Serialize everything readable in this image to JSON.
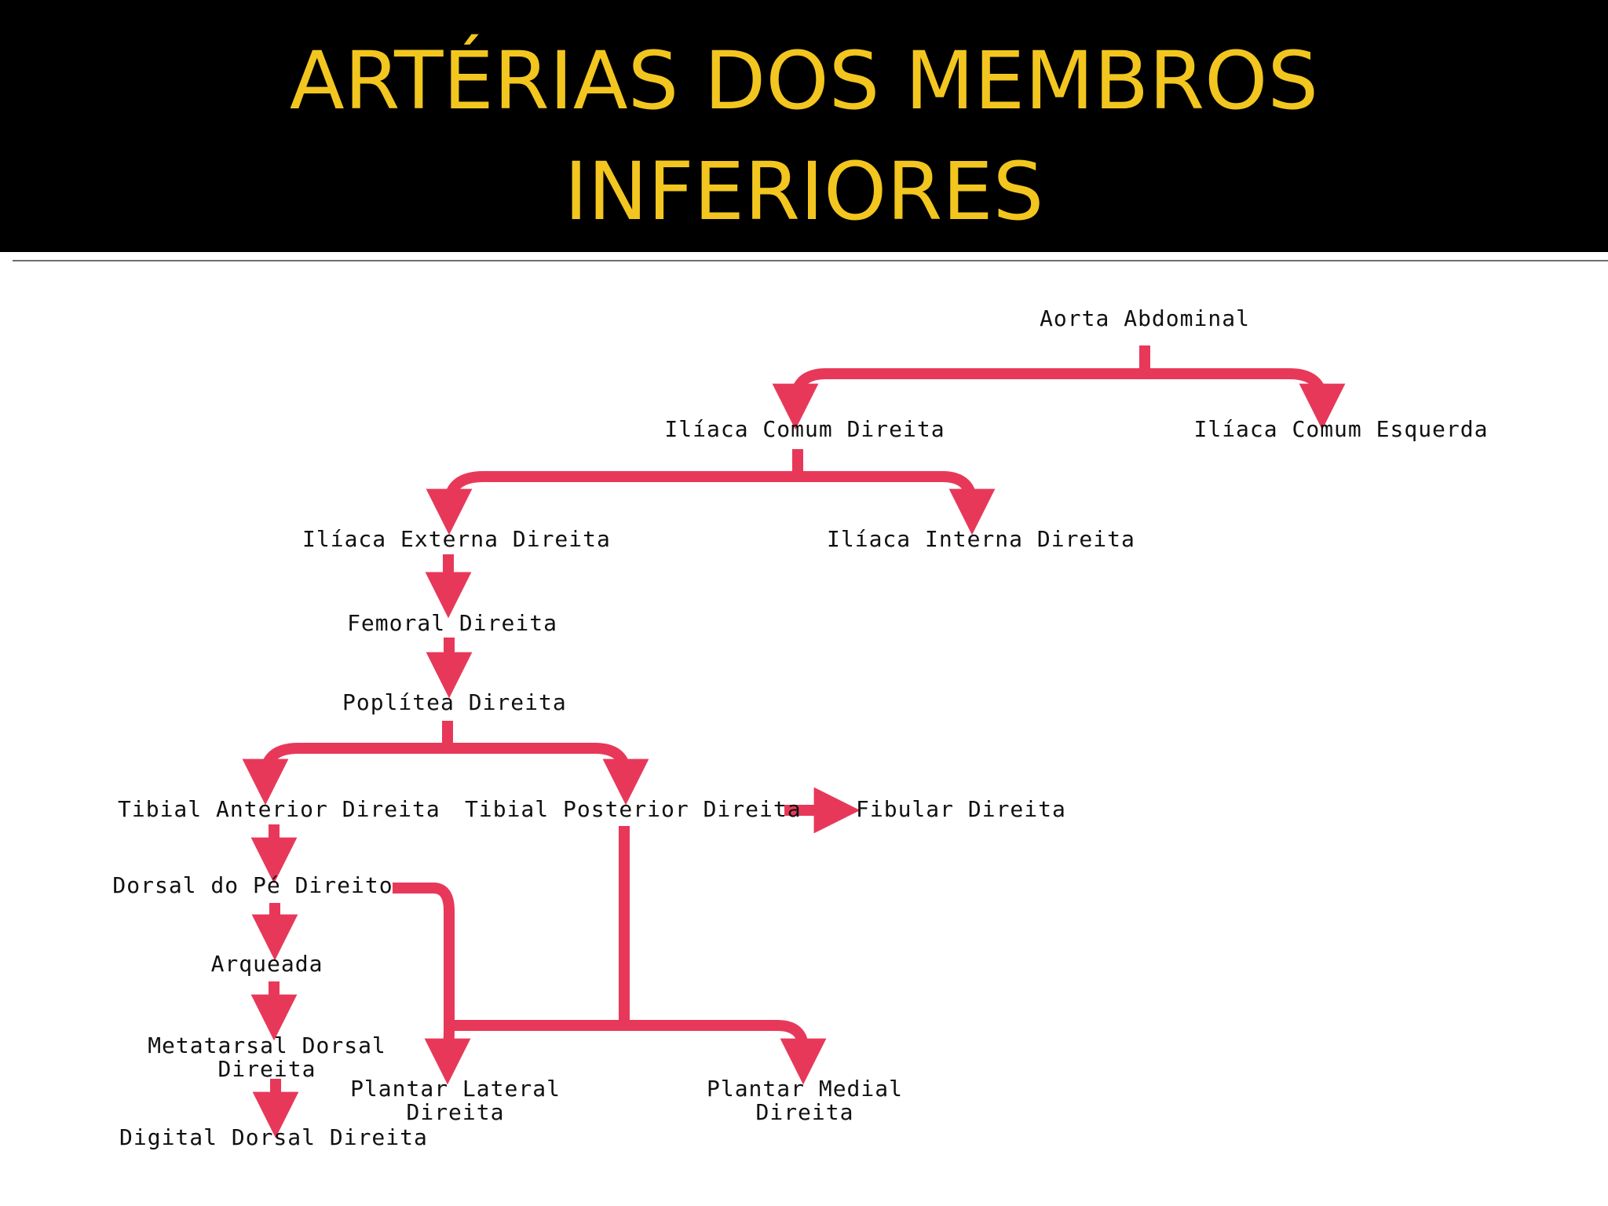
{
  "slide": {
    "title_line1": "ARTÉRIAS DOS MEMBROS",
    "title_line2": "INFERIORES"
  },
  "colors": {
    "header_bg": "#000000",
    "title": "#f2c61f",
    "arrow": "#e8385a"
  },
  "diagram": {
    "nodes": {
      "aorta": [
        "Aorta Abdominal"
      ],
      "iliaca_comum_dir": [
        "Ilíaca Comum Direita"
      ],
      "iliaca_comum_esq": [
        "Ilíaca Comum Esquerda"
      ],
      "iliaca_externa_dir": [
        "Ilíaca Externa Direita"
      ],
      "iliaca_interna_dir": [
        "Ilíaca Interna Direita"
      ],
      "femoral_dir": [
        "Femoral Direita"
      ],
      "poplitea_dir": [
        "Poplítea Direita"
      ],
      "tibial_anterior_dir": [
        "Tibial Anterior Direita"
      ],
      "tibial_posterior_dir": [
        "Tibial Posterior Direita"
      ],
      "fibular_dir": [
        "Fibular Direita"
      ],
      "dorsal_pe_dir": [
        "Dorsal do Pé Direito"
      ],
      "arqueada": [
        "Arqueada"
      ],
      "metatarsal_dorsal_dir": [
        "Metatarsal Dorsal",
        "Direita"
      ],
      "digital_dorsal_dir": [
        "Digital Dorsal Direita"
      ],
      "plantar_lateral_dir": [
        "Plantar Lateral",
        "Direita"
      ],
      "plantar_medial_dir": [
        "Plantar Medial",
        "Direita"
      ]
    }
  }
}
